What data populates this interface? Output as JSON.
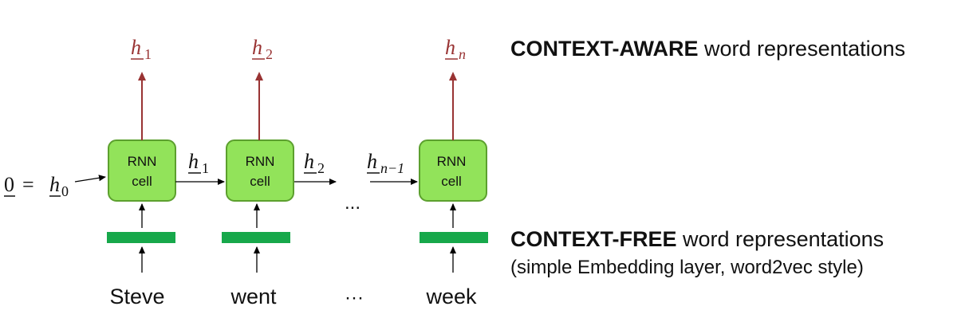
{
  "colors": {
    "cell_fill": "#92e35a",
    "cell_stroke": "#5ca02e",
    "embedding": "#17a84b",
    "output_arrow": "#993333",
    "arrow": "#000000",
    "text": "#111111"
  },
  "initial_state": {
    "zero": "0",
    "equals": "=",
    "h": "h",
    "sub": "0"
  },
  "cells": [
    {
      "line1": "RNN",
      "line2": "cell",
      "output": {
        "h": "h",
        "sub": "1"
      },
      "word": "Steve"
    },
    {
      "line1": "RNN",
      "line2": "cell",
      "output": {
        "h": "h",
        "sub": "2"
      },
      "word": "went"
    },
    {
      "line1": "RNN",
      "line2": "cell",
      "output": {
        "h": "h",
        "sub": "n"
      },
      "word": "week"
    }
  ],
  "transitions": [
    {
      "h": "h",
      "sub": "1"
    },
    {
      "h": "h",
      "sub": "2"
    },
    {
      "h": "h",
      "sub": "n−1"
    }
  ],
  "ellipsis_mid": "...",
  "ellipsis_words": "···",
  "context_aware": {
    "bold": "CONTEXT-AWARE",
    "rest": " word representations"
  },
  "context_free": {
    "bold": "CONTEXT-FREE",
    "rest": " word representations",
    "note": "(simple Embedding layer, word2vec style)"
  }
}
